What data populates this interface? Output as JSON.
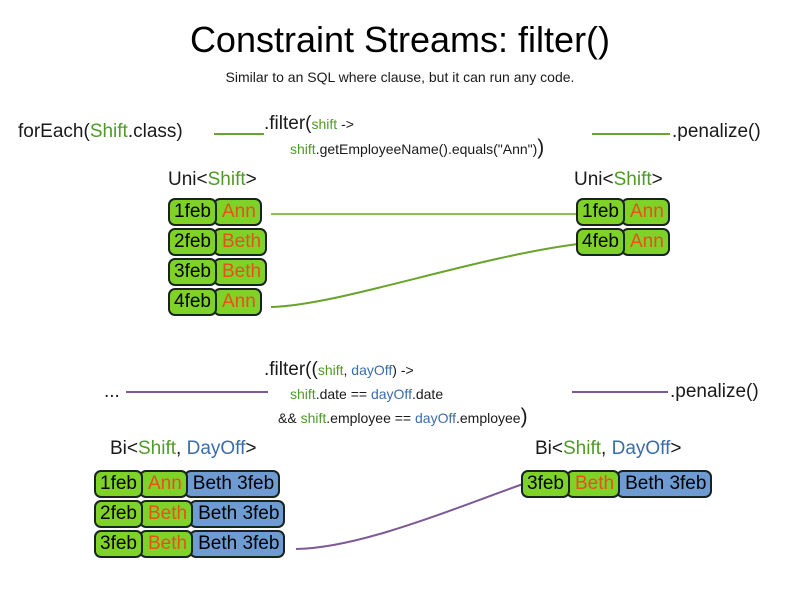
{
  "header": {
    "title": "Constraint Streams: filter()",
    "subtitle": "Similar to an SQL where clause, but it can run any code."
  },
  "colors": {
    "shift_green": "#4f9a28",
    "dayoff_blue": "#3c6da8",
    "box_green": "#7fd228",
    "box_blue": "#6e9bd2",
    "employee_orange": "#e8501e",
    "connector_green": "#6aa32d",
    "connector_purple": "#7d5a96",
    "box_border": "#19241f"
  },
  "uni_section": {
    "source": {
      "prefix": "forEach(",
      "type": "Shift",
      "suffix": ".class)"
    },
    "filter": {
      "head": ".filter(",
      "lambda_param": "shift",
      "arrow": " ->",
      "body_var": "shift",
      "body_rest": ".getEmployeeName().equals(\"Ann\")",
      "close_paren": ")"
    },
    "terminal": ".penalize()",
    "input": {
      "header_prefix": "Uni<",
      "header_type": "Shift",
      "header_suffix": ">",
      "rows": [
        {
          "date": "1feb",
          "employee": "Ann"
        },
        {
          "date": "2feb",
          "employee": "Beth"
        },
        {
          "date": "3feb",
          "employee": "Beth"
        },
        {
          "date": "4feb",
          "employee": "Ann"
        }
      ]
    },
    "output": {
      "header_prefix": "Uni<",
      "header_type": "Shift",
      "header_suffix": ">",
      "rows": [
        {
          "date": "1feb",
          "employee": "Ann"
        },
        {
          "date": "4feb",
          "employee": "Ann"
        }
      ]
    }
  },
  "bi_section": {
    "source": "...",
    "filter": {
      "head": ".filter((",
      "param_shift": "shift",
      "param_sep": ", ",
      "param_dayoff": "dayOff",
      "arrow": ") ->",
      "line2_var1": "shift",
      "line2_mid": ".date == ",
      "line2_var2": "dayOff",
      "line2_end": ".date",
      "line3_and": "&& ",
      "line3_var1": "shift",
      "line3_mid": ".employee == ",
      "line3_var2": "dayOff",
      "line3_end": ".employee",
      "close_paren": ")"
    },
    "terminal": ".penalize()",
    "input": {
      "header_prefix": "Bi<",
      "header_type1": "Shift",
      "header_sep": ", ",
      "header_type2": "DayOff",
      "header_suffix": ">",
      "rows": [
        {
          "date": "1feb",
          "employee": "Ann",
          "dayoff": "Beth 3feb"
        },
        {
          "date": "2feb",
          "employee": "Beth",
          "dayoff": "Beth 3feb"
        },
        {
          "date": "3feb",
          "employee": "Beth",
          "dayoff": "Beth 3feb"
        }
      ]
    },
    "output": {
      "header_prefix": "Bi<",
      "header_type1": "Shift",
      "header_sep": ", ",
      "header_type2": "DayOff",
      "header_suffix": ">",
      "rows": [
        {
          "date": "3feb",
          "employee": "Beth",
          "dayoff": "Beth 3feb"
        }
      ]
    }
  }
}
